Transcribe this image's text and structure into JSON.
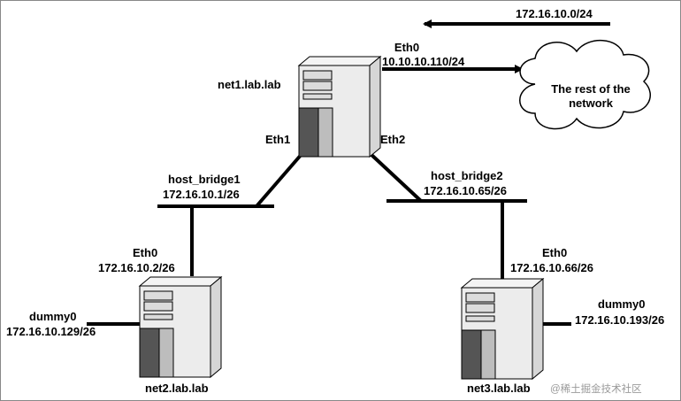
{
  "route_arrow_label": "172.16.10.0/24",
  "cloud_label": "The rest of the network",
  "net1": {
    "hostname": "net1.lab.lab",
    "eth0_name": "Eth0",
    "eth0_ip": "10.10.10.110/24",
    "eth1_name": "Eth1",
    "eth2_name": "Eth2"
  },
  "bridge1": {
    "name": "host_bridge1",
    "ip": "172.16.10.1/26"
  },
  "bridge2": {
    "name": "host_bridge2",
    "ip": "172.16.10.65/26"
  },
  "net2": {
    "hostname": "net2.lab.lab",
    "eth0_name": "Eth0",
    "eth0_ip": "172.16.10.2/26",
    "dummy_name": "dummy0",
    "dummy_ip": "172.16.10.129/26"
  },
  "net3": {
    "hostname": "net3.lab.lab",
    "eth0_name": "Eth0",
    "eth0_ip": "172.16.10.66/26",
    "dummy_name": "dummy0",
    "dummy_ip": "172.16.10.193/26"
  },
  "watermark": "@稀土掘金技术社区",
  "colors": {
    "line": "#000000",
    "tower_light": "#eeeeee",
    "tower_mid": "#c8c8c8",
    "tower_dark": "#555555",
    "watermark": "#9a9a9a"
  }
}
